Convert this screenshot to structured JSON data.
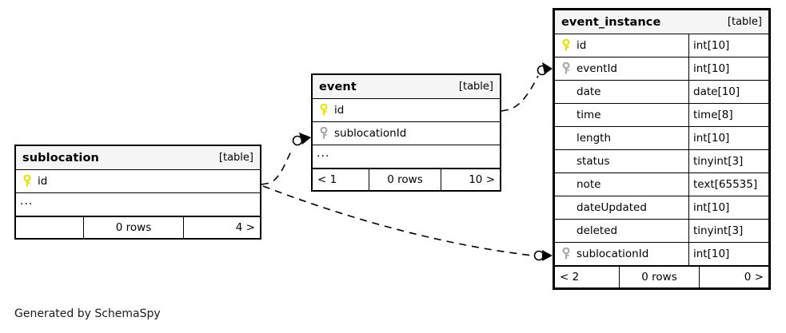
{
  "diagram": {
    "caption": "Generated by SchemaSpy",
    "table_tag": "[table]",
    "ellipsis": "...",
    "colors": {
      "primary_key": "#e8e100",
      "foreign_key": "#aaaaaa",
      "header_bg": "#f5f5f5",
      "border": "#000000",
      "background": "#ffffff"
    }
  },
  "tables": [
    {
      "id": "sublocation",
      "name": "sublocation",
      "tag": "[table]",
      "columns": [
        {
          "name": "id",
          "type": "",
          "key": "primary",
          "key_icon": "key-icon-primary"
        },
        {
          "name": "...",
          "type": "",
          "key": "none",
          "key_icon": ""
        }
      ],
      "footer": {
        "left": "",
        "middle": "0 rows",
        "right": "4 >"
      }
    },
    {
      "id": "event",
      "name": "event",
      "tag": "[table]",
      "columns": [
        {
          "name": "id",
          "type": "",
          "key": "primary",
          "key_icon": "key-icon-primary"
        },
        {
          "name": "sublocationId",
          "type": "",
          "key": "foreign",
          "key_icon": "key-icon-foreign"
        },
        {
          "name": "...",
          "type": "",
          "key": "none",
          "key_icon": ""
        }
      ],
      "footer": {
        "left": "< 1",
        "middle": "0 rows",
        "right": "10 >"
      }
    },
    {
      "id": "event_instance",
      "name": "event_instance",
      "tag": "[table]",
      "focus": true,
      "columns": [
        {
          "name": "id",
          "type": "int[10]",
          "key": "primary",
          "key_icon": "key-icon-primary"
        },
        {
          "name": "eventId",
          "type": "int[10]",
          "key": "foreign",
          "key_icon": "key-icon-foreign"
        },
        {
          "name": "date",
          "type": "date[10]",
          "key": "none",
          "key_icon": ""
        },
        {
          "name": "time",
          "type": "time[8]",
          "key": "none",
          "key_icon": ""
        },
        {
          "name": "length",
          "type": "int[10]",
          "key": "none",
          "key_icon": ""
        },
        {
          "name": "status",
          "type": "tinyint[3]",
          "key": "none",
          "key_icon": ""
        },
        {
          "name": "note",
          "type": "text[65535]",
          "key": "none",
          "key_icon": ""
        },
        {
          "name": "dateUpdated",
          "type": "int[10]",
          "key": "none",
          "key_icon": ""
        },
        {
          "name": "deleted",
          "type": "tinyint[3]",
          "key": "none",
          "key_icon": ""
        },
        {
          "name": "sublocationId",
          "type": "int[10]",
          "key": "foreign",
          "key_icon": "key-icon-foreign"
        }
      ],
      "footer": {
        "left": "< 2",
        "middle": "0 rows",
        "right": "0 >"
      }
    }
  ],
  "relationships": [
    {
      "id": "event-to-event_instance",
      "from_table": "event",
      "from_column": "id",
      "to_table": "event_instance",
      "to_column": "eventId",
      "style": "dashed",
      "source_marker": "none",
      "target_marker": "zero-or-more"
    },
    {
      "id": "sublocation-to-event",
      "from_table": "sublocation",
      "from_column": "id",
      "to_table": "event",
      "to_column": "sublocationId",
      "style": "dashed",
      "source_marker": "none",
      "target_marker": "zero-or-more"
    },
    {
      "id": "sublocation-to-event_instance",
      "from_table": "sublocation",
      "from_column": "id",
      "to_table": "event_instance",
      "to_column": "sublocationId",
      "style": "dashed",
      "source_marker": "none",
      "target_marker": "zero-or-more"
    }
  ]
}
